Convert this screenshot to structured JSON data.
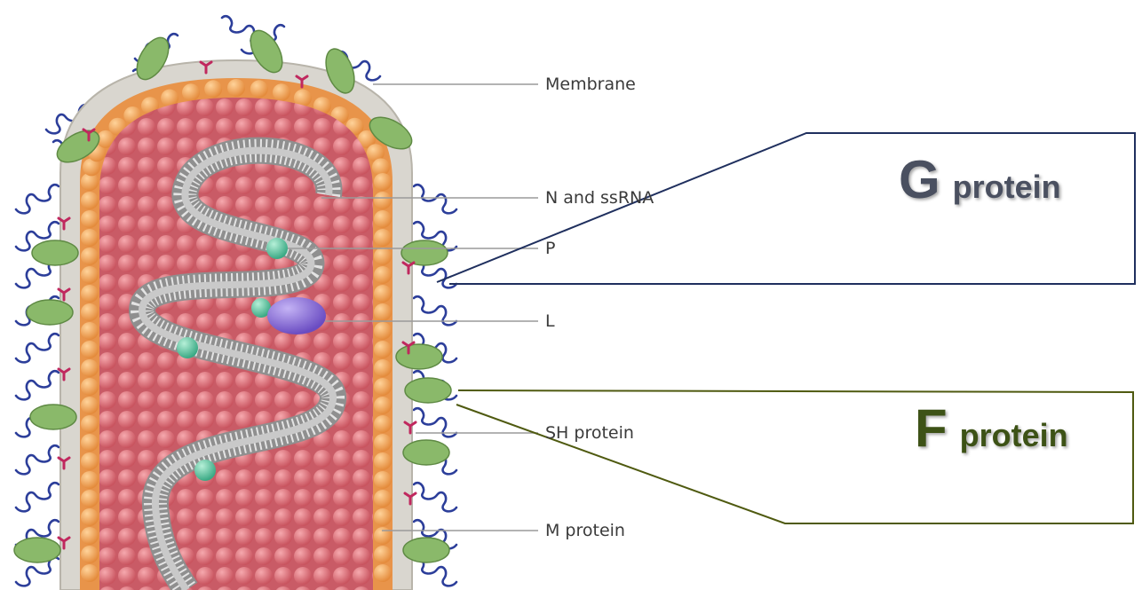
{
  "labels": {
    "membrane": "Membrane",
    "n_ssrna": "N and ssRNA",
    "p": "P",
    "l": "L",
    "sh_protein": "SH protein",
    "m_protein": "M protein"
  },
  "callouts": {
    "g": {
      "letter": "G",
      "word": "protein",
      "color": "#4a5060",
      "line_color": "#1f2f5e"
    },
    "f": {
      "letter": "F",
      "word": "protein",
      "color": "#3d5216",
      "line_color": "#4f5a10"
    }
  },
  "colors": {
    "membrane": "#d9d6cf",
    "m_protein": "#f2a860",
    "nucleoprotein": "#dd6f78",
    "g_protein": "#2c3e9a",
    "f_protein": "#8ab96a",
    "sh_protein": "#c0285e",
    "p_protein": "#5dc7a3",
    "l_protein": "#8c6fd0",
    "rna_coil": "#c8c8c8"
  }
}
